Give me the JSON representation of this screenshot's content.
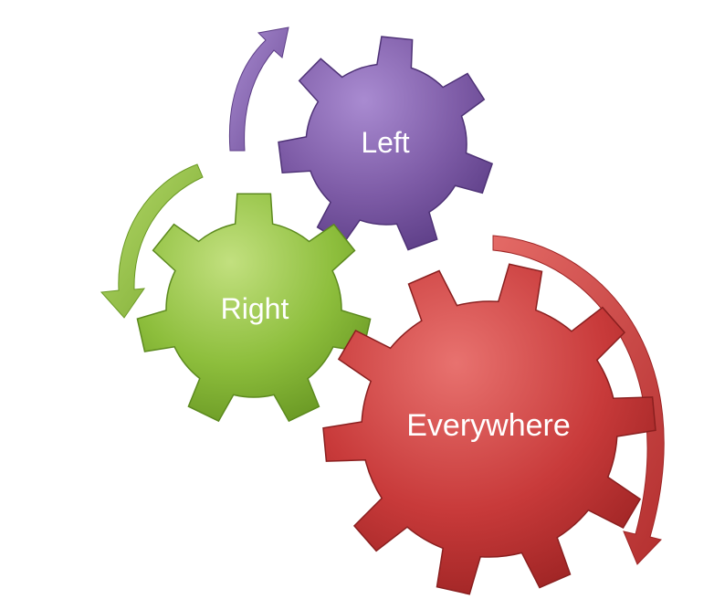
{
  "gears": [
    {
      "id": "left",
      "label": "Left",
      "color": "#7D5BA6"
    },
    {
      "id": "right",
      "label": "Right",
      "color": "#8DBE3C"
    },
    {
      "id": "everywhere",
      "label": "Everywhere",
      "color": "#C83A3A"
    }
  ],
  "arrows": [
    {
      "id": "left",
      "color": "#7D5BA6",
      "direction": "counter-clockwise"
    },
    {
      "id": "right",
      "color": "#8DBE3C",
      "direction": "counter-clockwise"
    },
    {
      "id": "everywhere",
      "color": "#C83A3A",
      "direction": "clockwise"
    }
  ]
}
